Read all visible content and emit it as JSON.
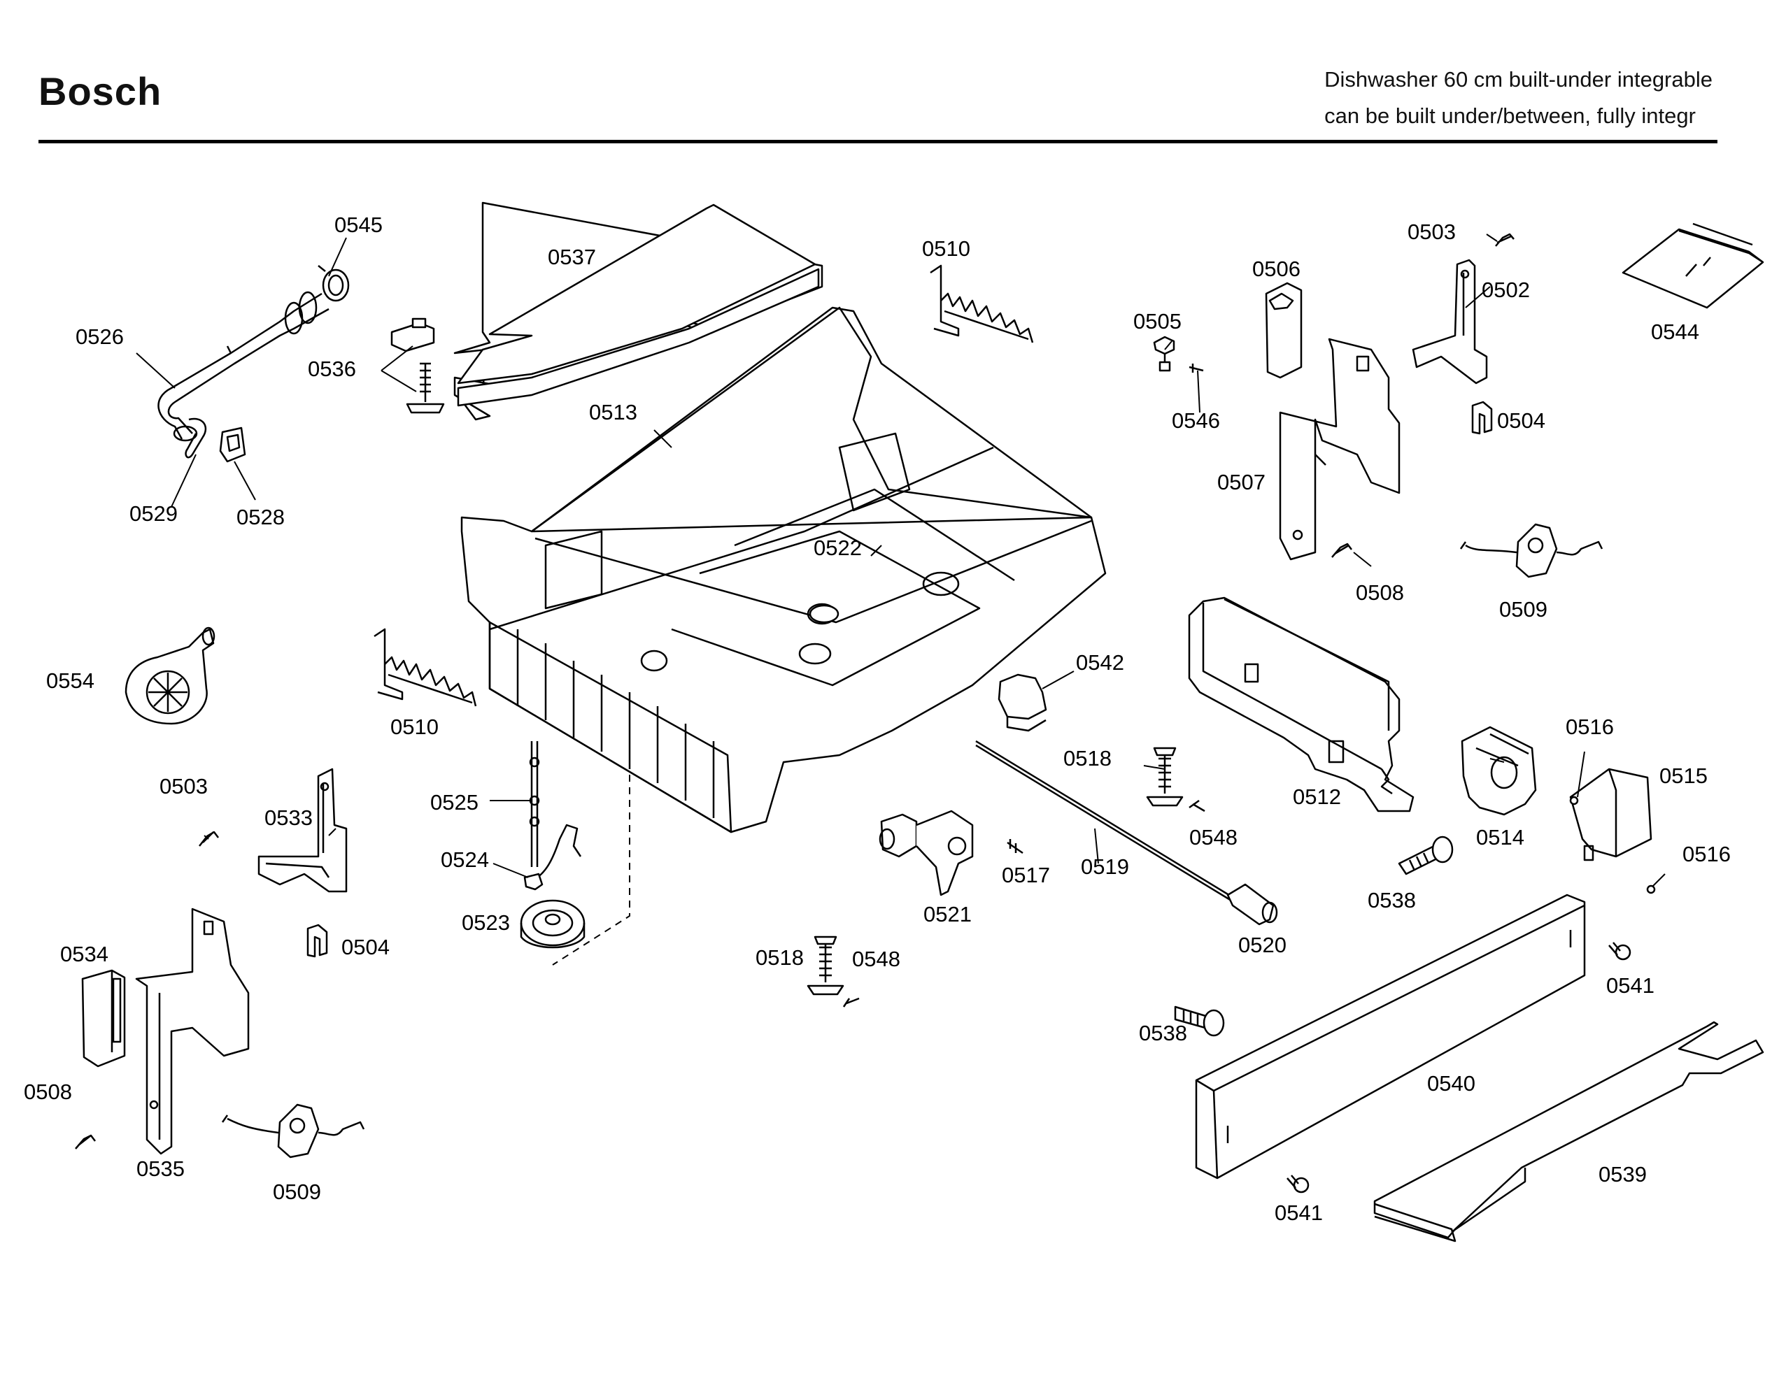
{
  "header": {
    "brand": "Bosch",
    "description_line1": "Dishwasher 60 cm built-under integrable",
    "description_line2": "can be built under/between, fully integr"
  },
  "parts": [
    {
      "id": "p0545",
      "label": "0545"
    },
    {
      "id": "p0537",
      "label": "0537"
    },
    {
      "id": "p0510a",
      "label": "0510"
    },
    {
      "id": "p0503a",
      "label": "0503"
    },
    {
      "id": "p0506",
      "label": "0506"
    },
    {
      "id": "p0502",
      "label": "0502"
    },
    {
      "id": "p0544",
      "label": "0544"
    },
    {
      "id": "p0526",
      "label": "0526"
    },
    {
      "id": "p0536",
      "label": "0536"
    },
    {
      "id": "p0505",
      "label": "0505"
    },
    {
      "id": "p0513",
      "label": "0513"
    },
    {
      "id": "p0546",
      "label": "0546"
    },
    {
      "id": "p0504a",
      "label": "0504"
    },
    {
      "id": "p0529",
      "label": "0529"
    },
    {
      "id": "p0528",
      "label": "0528"
    },
    {
      "id": "p0507",
      "label": "0507"
    },
    {
      "id": "p0522",
      "label": "0522"
    },
    {
      "id": "p0508a",
      "label": "0508"
    },
    {
      "id": "p0509a",
      "label": "0509"
    },
    {
      "id": "p0554",
      "label": "0554"
    },
    {
      "id": "p0542",
      "label": "0542"
    },
    {
      "id": "p0510b",
      "label": "0510"
    },
    {
      "id": "p0516a",
      "label": "0516"
    },
    {
      "id": "p0518a",
      "label": "0518"
    },
    {
      "id": "p0515",
      "label": "0515"
    },
    {
      "id": "p0503b",
      "label": "0503"
    },
    {
      "id": "p0512",
      "label": "0512"
    },
    {
      "id": "p0525",
      "label": "0525"
    },
    {
      "id": "p0533",
      "label": "0533"
    },
    {
      "id": "p0548a",
      "label": "0548"
    },
    {
      "id": "p0514",
      "label": "0514"
    },
    {
      "id": "p0516b",
      "label": "0516"
    },
    {
      "id": "p0524",
      "label": "0524"
    },
    {
      "id": "p0519",
      "label": "0519"
    },
    {
      "id": "p0517",
      "label": "0517"
    },
    {
      "id": "p0538a",
      "label": "0538"
    },
    {
      "id": "p0523",
      "label": "0523"
    },
    {
      "id": "p0521",
      "label": "0521"
    },
    {
      "id": "p0520",
      "label": "0520"
    },
    {
      "id": "p0504b",
      "label": "0504"
    },
    {
      "id": "p0534",
      "label": "0534"
    },
    {
      "id": "p0518b",
      "label": "0518"
    },
    {
      "id": "p0548b",
      "label": "0548"
    },
    {
      "id": "p0541a",
      "label": "0541"
    },
    {
      "id": "p0538b",
      "label": "0538"
    },
    {
      "id": "p0540",
      "label": "0540"
    },
    {
      "id": "p0508b",
      "label": "0508"
    },
    {
      "id": "p0535",
      "label": "0535"
    },
    {
      "id": "p0509b",
      "label": "0509"
    },
    {
      "id": "p0539",
      "label": "0539"
    },
    {
      "id": "p0541b",
      "label": "0541"
    }
  ]
}
